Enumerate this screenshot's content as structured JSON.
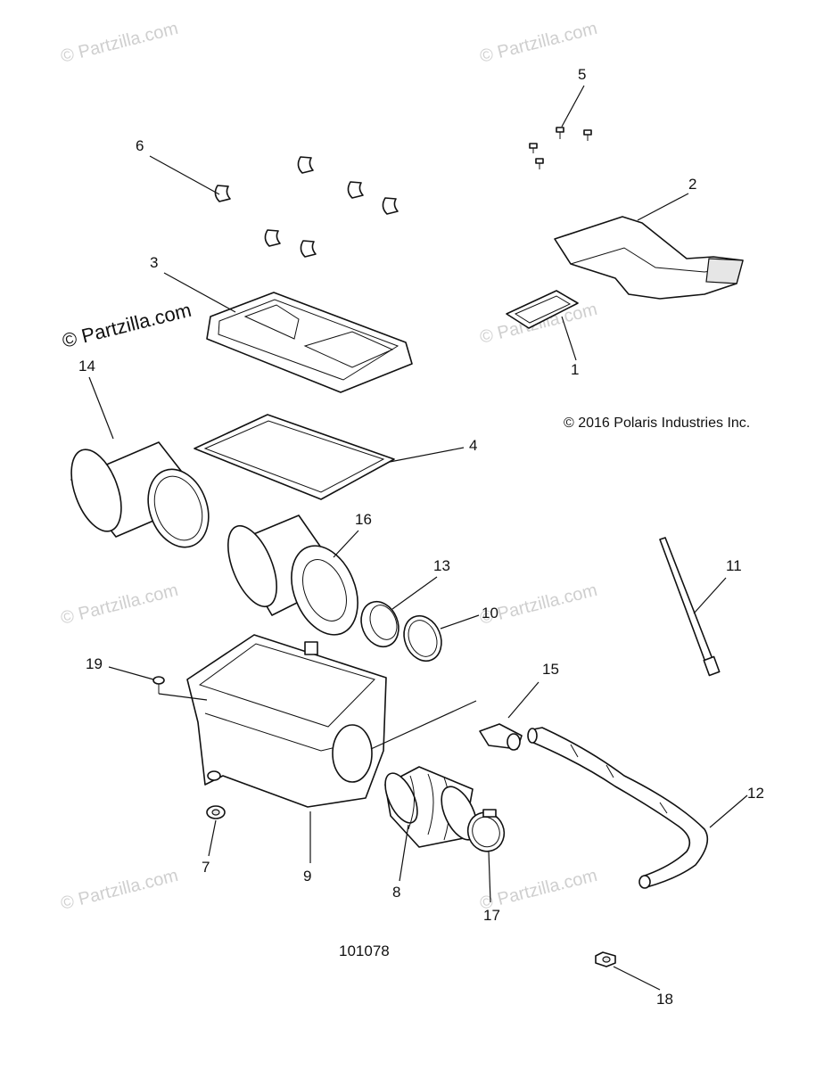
{
  "watermark_text": "© Partzilla.com",
  "copyright": "© 2016 Polaris Industries Inc.",
  "diagram_number": "101078",
  "callouts": {
    "c1": "1",
    "c2": "2",
    "c3": "3",
    "c4": "4",
    "c5": "5",
    "c6": "6",
    "c7": "7",
    "c8": "8",
    "c9": "9",
    "c10": "10",
    "c11": "11",
    "c12": "12",
    "c13": "13",
    "c14": "14",
    "c15": "15",
    "c16": "16",
    "c17": "17",
    "c18": "18",
    "c19": "19"
  }
}
